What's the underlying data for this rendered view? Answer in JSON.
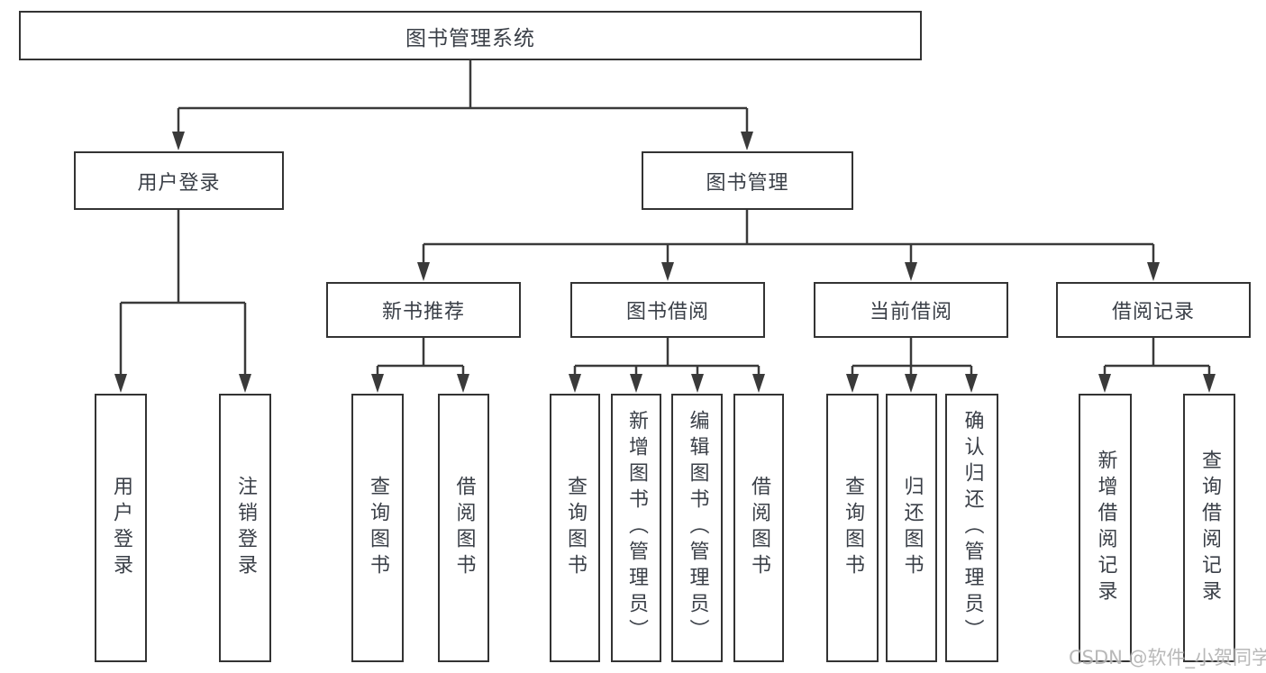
{
  "diagram": {
    "root": {
      "label": "图书管理系统"
    },
    "level2": [
      {
        "label": "用户登录"
      },
      {
        "label": "图书管理"
      }
    ],
    "level3": [
      {
        "label": "新书推荐"
      },
      {
        "label": "图书借阅"
      },
      {
        "label": "当前借阅"
      },
      {
        "label": "借阅记录"
      }
    ],
    "leaves_login": [
      {
        "label": "用户登录"
      },
      {
        "label": "注销登录"
      }
    ],
    "leaves_newbook": [
      {
        "label": "查询图书"
      },
      {
        "label": "借阅图书"
      }
    ],
    "leaves_borrow": [
      {
        "label": "查询图书"
      },
      {
        "label": "新增图书（管理员）"
      },
      {
        "label": "编辑图书（管理员）"
      },
      {
        "label": "借阅图书"
      }
    ],
    "leaves_current": [
      {
        "label": "查询图书"
      },
      {
        "label": "归还图书"
      },
      {
        "label": "确认归还（管理员）"
      }
    ],
    "leaves_records": [
      {
        "label": "新增借阅记录"
      },
      {
        "label": "查询借阅记录"
      }
    ]
  },
  "watermark": {
    "text": "CSDN @软件_小贺同学"
  },
  "colors": {
    "line": "#3a3a3a",
    "border": "#333333",
    "text": "#3a3f47",
    "watermark": "#b3b3b3",
    "background": "#ffffff"
  }
}
